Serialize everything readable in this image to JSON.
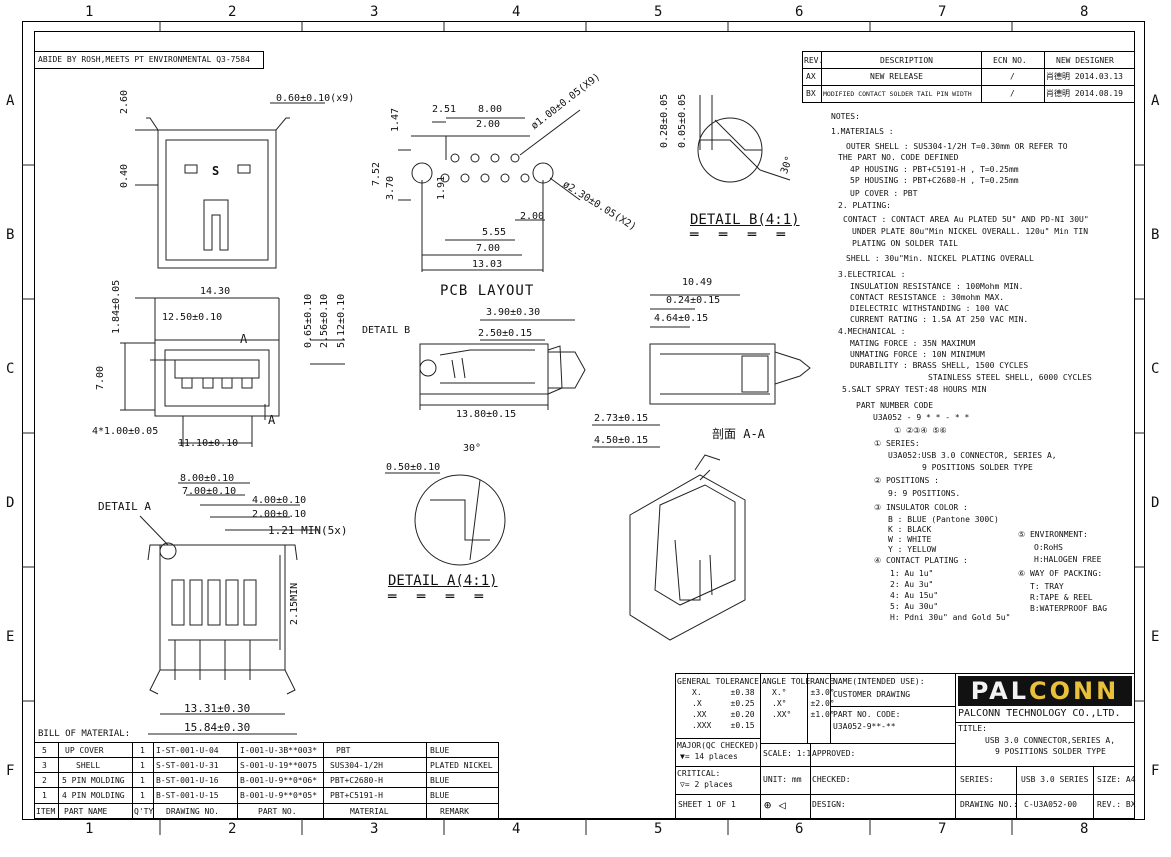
{
  "zones": {
    "cols_top": [
      "1",
      "2",
      "3",
      "4",
      "5",
      "6",
      "7",
      "8"
    ],
    "cols_bottom": [
      "1",
      "2",
      "3",
      "4",
      "5",
      "6",
      "7",
      "8"
    ],
    "rows": [
      "A",
      "B",
      "C",
      "D",
      "E",
      "F"
    ]
  },
  "compliance_note": "ABIDE BY ROSH,MEETS PT ENVIRONMENTAL Q3-7584",
  "revision_table": {
    "headers": [
      "REV.",
      "DESCRIPTION",
      "ECN NO.",
      "NEW DESIGNER"
    ],
    "rows": [
      {
        "rev": "AX",
        "description": "NEW RELEASE",
        "ecn": "/",
        "designer": "肖德明 2014.03.13"
      },
      {
        "rev": "BX",
        "description": "MODIFIED CONTACT SOLDER TAIL PIN WIDTH",
        "ecn": "/",
        "designer": "肖德明 2014.08.19"
      }
    ]
  },
  "notes": {
    "heading": "NOTES:",
    "lines": [
      "1.MATERIALS :",
      "OUTER SHELL : SUS304-1/2H  T=0.30mm OR REFER TO",
      "THE PART NO. CODE DEFINED",
      "4P HOUSING :  PBT+C5191-H , T=0.25mm",
      "5P HOUSING : PBT+C2680-H , T=0.25mm",
      "UP COVER : PBT",
      "2. PLATING:",
      "CONTACT : CONTACT AREA Au PLATED 5U\" AND PD-NI 30U\"",
      "UNDER PLATE 80u\"Min NICKEL OVERALL. 120u\" Min TIN",
      "PLATING ON SOLDER TAIL",
      "SHELL : 30u\"Min. NICKEL PLATING   OVERALL",
      "3.ELECTRICAL :",
      "INSULATION RESISTANCE : 100Mohm MIN.",
      "CONTACT RESISTANCE : 30mohm MAX.",
      "DIELECTRIC WITHSTANDING : 100 VAC",
      "CURRENT RATING : 1.5A AT 250 VAC MIN.",
      "4.MECHANICAL :",
      "MATING FORCE : 35N MAXIMUM",
      "UNMATING FORCE : 10N MINIMUM",
      "DURABILITY : BRASS SHELL, 1500 CYCLES",
      "STAINLESS STEEL SHELL, 6000 CYCLES",
      "5.SALT SPRAY TEST:48 HOURS MIN"
    ],
    "part_number_code": {
      "label": "PART NUMBER CODE",
      "code": "U3A052 - 9 * *  - * *",
      "indices": "①   ②③④   ⑤⑥",
      "series": [
        "① SERIES:",
        "U3A052:USB 3.0 CONNECTOR, SERIES A,",
        "9 POSITIONS SOLDER TYPE"
      ],
      "positions": [
        "② POSITIONS :",
        "9: 9 POSITIONS."
      ],
      "insulator": [
        "③ INSULATOR COLOR :",
        "B : BLUE (Pantone 300C)",
        "K : BLACK",
        "W : WHITE",
        "Y : YELLOW"
      ],
      "plating": [
        "④ CONTACT PLATING :",
        "1: Au 1u\"",
        "2: Au 3u\"",
        "4: Au 15u\"",
        "5: Au 30u\"",
        "H: Pdni 30u\" and Gold 5u\""
      ],
      "environment": [
        "⑤ ENVIRONMENT:",
        "O:RoHS",
        "H:HALOGEN FREE"
      ],
      "packing": [
        "⑥ WAY OF PACKING:",
        "T: TRAY",
        "R:TAPE & REEL",
        "B:WATERPROOF BAG"
      ]
    }
  },
  "dimensions": {
    "top_view": [
      "2.60",
      "0.40",
      "0.60±0.10(x9)"
    ],
    "front_view": [
      "1.84±0.05",
      "14.30",
      "12.50±0.10",
      "0.65±0.10",
      "2.56±0.10",
      "5.12±0.10",
      "A",
      "A",
      "7.00",
      "4*1.00±0.05",
      "11.10±0.10"
    ],
    "pcb_layout": [
      "1.47",
      "2.51",
      "8.00",
      "2.00",
      "ø1.00±0.05(X9)",
      "7.52",
      "3.70",
      "1.91",
      "ø2.30±0.05(X2)",
      "2.00",
      "5.55",
      "7.00",
      "13.03"
    ],
    "pcb_title": "PCB LAYOUT",
    "side_view": [
      "DETAIL B",
      "3.90±0.30",
      "2.50±0.15",
      "13.80±0.15"
    ],
    "detail_b": [
      "0.28±0.05",
      "0.05±0.05",
      "30°"
    ],
    "detail_b_title": "DETAIL  B(4:1)",
    "section_view": [
      "10.49",
      "0.24±0.15",
      "4.64±0.15",
      "2.73±0.15",
      "4.50±0.15"
    ],
    "section_title": "剖面 A-A",
    "bottom_view": [
      "8.00±0.10",
      "7.00±0.10",
      "4.00±0.10",
      "2.00±0.10",
      "1.21  MIN(5x)",
      "DETAIL A",
      "2.15MIN",
      "13.31±0.30",
      "15.84±0.30"
    ],
    "detail_a": [
      "30°",
      "0.50±0.10"
    ],
    "detail_a_title": "DETAIL  A(4:1)"
  },
  "bom": {
    "title": "BILL OF MATERIAL:",
    "headers": [
      "ITEM",
      "PART NAME",
      "Q'TY",
      "DRAWING NO.",
      "PART NO.",
      "MATERIAL",
      "REMARK"
    ],
    "rows": [
      [
        "5",
        "UP COVER",
        "1",
        "I-ST-001-U-04",
        "I-001-U-3B**003*",
        "PBT",
        "BLUE"
      ],
      [
        "3",
        "SHELL",
        "1",
        "S-ST-001-U-31",
        "S-001-U-19**0075",
        "SUS304-1/2H",
        "PLATED NICKEL"
      ],
      [
        "2",
        "5 PIN MOLDING",
        "1",
        "B-ST-001-U-16",
        "B-001-U-9**0*06*",
        "PBT+C2680-H",
        "BLUE"
      ],
      [
        "1",
        "4 PIN MOLDING",
        "1",
        "B-ST-001-U-15",
        "B-001-U-9**0*05*",
        "PBT+C5191-H",
        "BLUE"
      ]
    ]
  },
  "title_block": {
    "general_tolerance": [
      "GENERAL TOLERANCE",
      "X.      ±0.38",
      ".X      ±0.25",
      ".XX     ±0.20",
      ".XXX    ±0.15"
    ],
    "angle_tolerance": [
      "ANGLE TOLERANCE",
      "X.°     ±3.0°",
      ".X°     ±2.0°",
      ".XX°    ±1.0°"
    ],
    "major": [
      "MAJOR(QC CHECKED)",
      "▼= 14 places"
    ],
    "critical": [
      "CRITICAL:",
      "▽= 2  places"
    ],
    "sheet": "SHEET 1 OF 1",
    "scale": "SCALE: 1:1",
    "unit": "UNIT: mm",
    "approved": "APPROVED:",
    "checked": "CHECKED:",
    "design": "DESIGN:",
    "name_label": "NAME(INTENDED USE):",
    "name_value": "CUSTOMER DRAWING",
    "part_no_label": "PART NO. CODE:",
    "part_no_value": "U3A052-9**-**",
    "logo_a": "PAL",
    "logo_b": "CONN",
    "company": "PALCONN TECHNOLOGY CO.,LTD.",
    "title_label": "TITLE:",
    "title_line1": "USB 3.0 CONNECTOR,SERIES A,",
    "title_line2": "9 POSITIONS SOLDER TYPE",
    "series_label": "SERIES:",
    "series_value": "USB 3.0 SERIES",
    "size": "SIZE: A4",
    "drawing_no_label": "DRAWING NO.:",
    "drawing_no_value": "C-U3A052-00",
    "rev": "REV.: BX"
  }
}
